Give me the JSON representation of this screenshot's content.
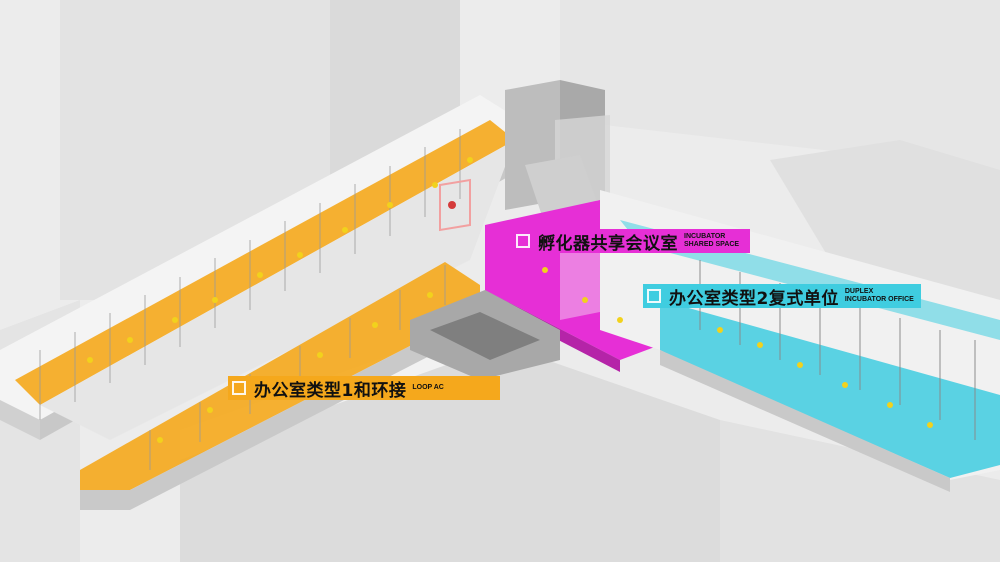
{
  "colors": {
    "loop": "#f5a81c",
    "incubator": "#e62fd6",
    "duplex": "#3fcde0",
    "background": "#ececec"
  },
  "labels": {
    "loop": {
      "cn": "办公室类型1和环接",
      "en": "LOOP AC"
    },
    "incubator": {
      "cn": "孵化器共享会议室",
      "en_line1": "INCUBATOR",
      "en_line2": "SHARED SPACE"
    },
    "duplex": {
      "cn": "办公室类型2复式单位",
      "en_line1": "DUPLEX",
      "en_line2": "INCUBATOR OFFICE"
    }
  }
}
